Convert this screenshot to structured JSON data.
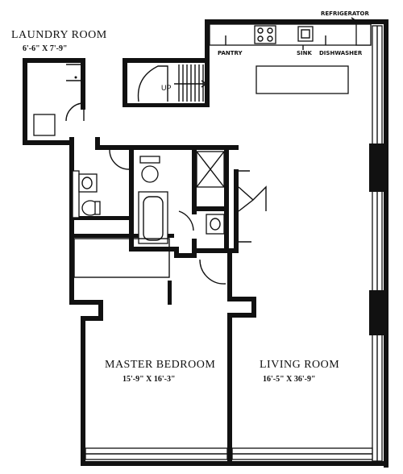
{
  "rooms": {
    "laundry": {
      "name": "LAUNDRY ROOM",
      "dims": "6'-6\" X 7'-9\""
    },
    "master_bedroom": {
      "name": "MASTER BEDROOM",
      "dims": "15'-9\" X 16'-3\""
    },
    "living_room": {
      "name": "LIVING ROOM",
      "dims": "16'-5\" X 36'-9\""
    }
  },
  "fixtures": {
    "refrigerator": "REFRIGERATOR",
    "pantry": "PANTRY",
    "sink": "SINK",
    "dishwasher": "DISHWASHER",
    "stairs": "UP"
  }
}
